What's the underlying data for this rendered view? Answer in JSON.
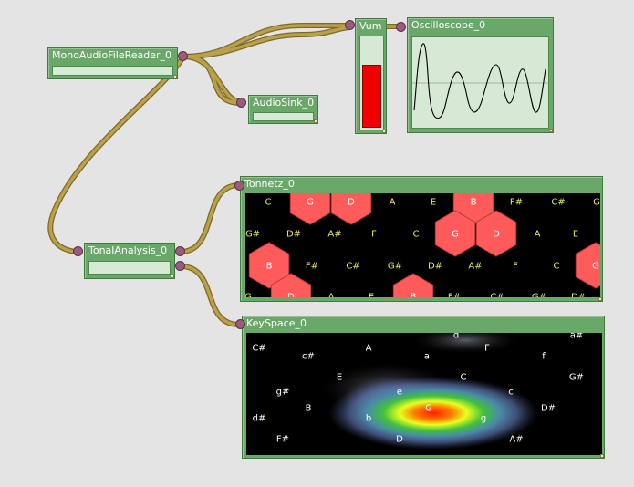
{
  "nodes": {
    "reader": {
      "title": "MonoAudioFileReader_0"
    },
    "sink": {
      "title": "AudioSink_0"
    },
    "vum": {
      "title": "Vum",
      "level": 0.68
    },
    "oscilloscope": {
      "title": "Oscilloscope_0"
    },
    "tonal": {
      "title": "TonalAnalysis_0"
    },
    "tonnetz": {
      "title": "Tonnetz_0",
      "labels": [
        [
          "C",
          0
        ],
        [
          "G",
          1
        ],
        [
          "D",
          1
        ],
        [
          "A",
          0
        ],
        [
          "E",
          0
        ],
        [
          "B",
          1
        ],
        [
          "F#",
          0
        ],
        [
          "C#",
          0
        ],
        [
          "G",
          0
        ],
        [
          "G#",
          0
        ],
        [
          "D#",
          0
        ],
        [
          "A#",
          0
        ],
        [
          "F",
          0
        ],
        [
          "C",
          0
        ],
        [
          "G",
          1
        ],
        [
          "D",
          1
        ],
        [
          "A",
          0
        ],
        [
          "E",
          0
        ],
        [
          "B",
          1
        ],
        [
          "F#",
          0
        ],
        [
          "C#",
          0
        ],
        [
          "G#",
          0
        ],
        [
          "D#",
          0
        ],
        [
          "A#",
          0
        ],
        [
          "F",
          0
        ],
        [
          "C",
          0
        ],
        [
          "G",
          1
        ],
        [
          "G",
          0
        ],
        [
          "D",
          1
        ],
        [
          "A",
          0
        ],
        [
          "E",
          0
        ],
        [
          "B",
          1
        ],
        [
          "F#",
          0
        ],
        [
          "C#",
          0
        ],
        [
          "G#",
          0
        ],
        [
          "D#",
          0
        ]
      ]
    },
    "keyspace": {
      "title": "KeySpace_0",
      "labels": [
        "d",
        "a#",
        "C#",
        "c#",
        "A",
        "a",
        "F",
        "f",
        "E",
        "C",
        "G#",
        "g#",
        "e",
        "c",
        "B",
        "G",
        "D#",
        "d#",
        "b",
        "g",
        "F#",
        "D",
        "A#"
      ]
    }
  },
  "colors": {
    "node_green": "#6aa86a",
    "wire": "#a08a3a",
    "port": "#9b5c7c",
    "hex_active": "#ff5b5b",
    "tonnetz_label": "#e8e870",
    "vu_fill": "#f00000"
  }
}
